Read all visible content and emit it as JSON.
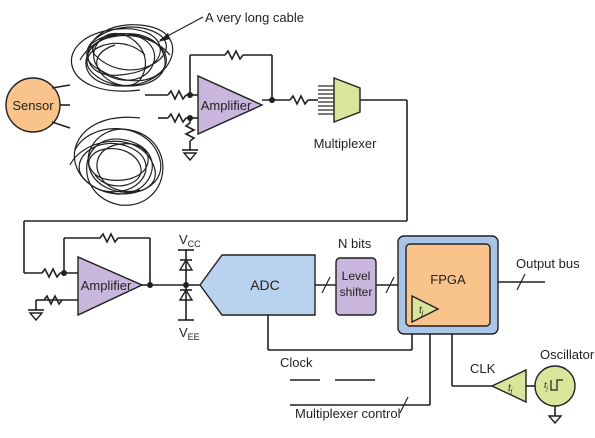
{
  "labels": {
    "cable": "A very long cable",
    "sensor": "Sensor",
    "amplifier_top": "Amplifier",
    "multiplexer": "Multiplexer",
    "amplifier_bottom": "Amplifier",
    "vcc_main": "V",
    "vcc_sub": "CC",
    "vee_main": "V",
    "vee_sub": "EE",
    "adc": "ADC",
    "n_bits": "N bits",
    "level_line1": "Level",
    "level_line2": "shifter",
    "fpga": "FPGA",
    "fpga_tj": "t",
    "fpga_tj_sub": "j",
    "output_bus": "Output bus",
    "clock": "Clock",
    "clk": "CLK",
    "buffer_tj": "t",
    "buffer_tj_sub": "j",
    "oscillator": "Oscillator",
    "osc_tj": "t",
    "osc_tj_sub": "j",
    "mux_control": "Multiplexer control"
  },
  "colors": {
    "sensor": "#f8c48c",
    "amplifier": "#c9b6dc",
    "multiplexer": "#d7e69a",
    "adc": "#b9d3ee",
    "level_shifter": "#c9b6dc",
    "fpga_outer": "#a9c6e8",
    "fpga_inner": "#f8c48c",
    "clock_buffer": "#d7e69a",
    "oscillator": "#d7e69a",
    "line": "#231f20"
  }
}
